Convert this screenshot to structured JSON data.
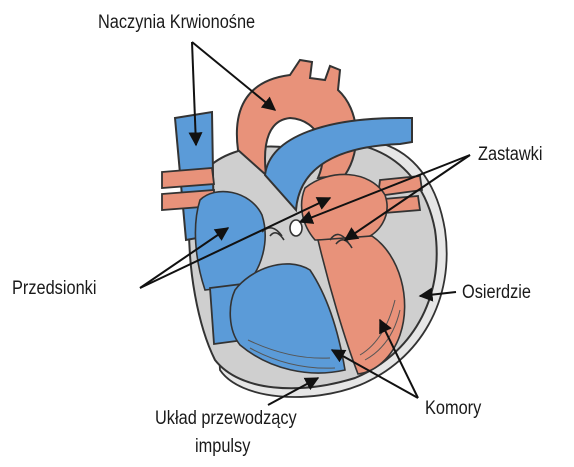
{
  "labels": {
    "vessels": "Naczynia Krwionośne",
    "valves": "Zastawki",
    "atria": "Przedsionki",
    "pericardium": "Osierdzie",
    "ventricles": "Komory",
    "conduction_line1": "Układ przewodzący",
    "conduction_line2": "impulsy"
  },
  "colors": {
    "blue_blood": "#5b9bd8",
    "red_blood": "#e8927a",
    "tissue": "#d4d4d4",
    "outline": "#3a3a3a",
    "arrow": "#111111"
  }
}
